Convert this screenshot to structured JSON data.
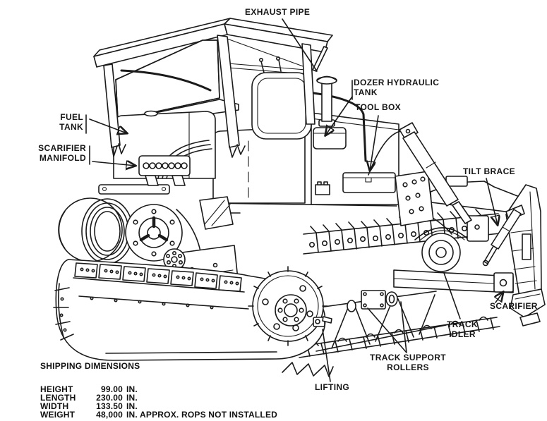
{
  "colors": {
    "ink": "#1a1a1a",
    "paper": "#ffffff"
  },
  "callouts": {
    "exhaust_pipe": {
      "lines": [
        "EXHAUST PIPE"
      ]
    },
    "dozer_hydraulic_tank": {
      "lines": [
        "DOZER HYDRAULIC",
        "TANK"
      ]
    },
    "tool_box": {
      "lines": [
        "TOOL BOX"
      ]
    },
    "fuel_tank": {
      "lines": [
        "FUEL",
        "TANK"
      ]
    },
    "scarifier_manifold": {
      "lines": [
        "SCARIFIER",
        "MANIFOLD"
      ]
    },
    "tilt_brace": {
      "lines": [
        "TILT BRACE"
      ]
    },
    "scarifier": {
      "lines": [
        "SCARIFIER"
      ]
    },
    "track_idler": {
      "lines": [
        "TRACK",
        "IDLER"
      ]
    },
    "track_support_rollers": {
      "lines": [
        "TRACK SUPPORT",
        "ROLLERS"
      ]
    },
    "lifting": {
      "lines": [
        "LIFTING"
      ]
    }
  },
  "shipping_dimensions": {
    "title": "SHIPPING DIMENSIONS",
    "rows": [
      {
        "label": "HEIGHT",
        "value": "99.00",
        "unit": "IN."
      },
      {
        "label": "LENGTH",
        "value": "230.00",
        "unit": "IN."
      },
      {
        "label": "WIDTH",
        "value": "133.50",
        "unit": "IN."
      },
      {
        "label": "WEIGHT",
        "value": "48,000",
        "unit": "IN. APPROX. ROPS NOT INSTALLED"
      }
    ]
  }
}
